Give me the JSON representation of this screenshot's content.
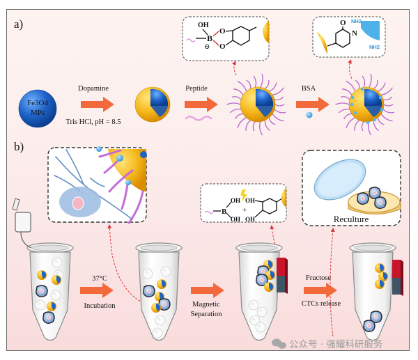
{
  "panel_a": {
    "label": "a)",
    "core_label_line1": "Fe3O4",
    "core_label_line2": "MPs",
    "steps": [
      {
        "top": "Dopamine",
        "bottom": "Tris HCl, pH = 8.5"
      },
      {
        "top": "Peptide",
        "bottom": ""
      },
      {
        "top": "BSA",
        "bottom": ""
      }
    ],
    "inset1": {
      "oh": "OH",
      "boron": "B",
      "oxygen_top": "O",
      "oxygen_bottom": "O",
      "charge": "⊖"
    },
    "inset2": {
      "oxygen": "O",
      "nitrogen": "N",
      "nh2_top": "NH2",
      "nh2_bottom": "NH2"
    }
  },
  "panel_b": {
    "label": "b)",
    "steps": [
      {
        "top": "37°C",
        "bottom": "Incubation"
      },
      {
        "top": "",
        "bottom_line1": "Magnetic",
        "bottom_line2": "Separation"
      },
      {
        "top": "Fructose",
        "bottom": "CTCs release"
      }
    ],
    "inset_chem": {
      "oh1": "OH",
      "oh2": "OH",
      "oh3": "OH",
      "oh4": "OH",
      "boron": "B",
      "plus": "+"
    },
    "inset_reculture": {
      "label": "Reculture"
    }
  },
  "colors": {
    "arrow": "#f26a3c",
    "core_blue": "#1f63c8",
    "shell_yellow": "#f5b81c",
    "peptide": "#c879d8",
    "bsa": "#46a8e6",
    "chem_red": "#d11f2a",
    "magnet_red": "#c8152a",
    "magnet_gray": "#3f5566"
  },
  "watermark": "公众号 · 强耀科研服务"
}
